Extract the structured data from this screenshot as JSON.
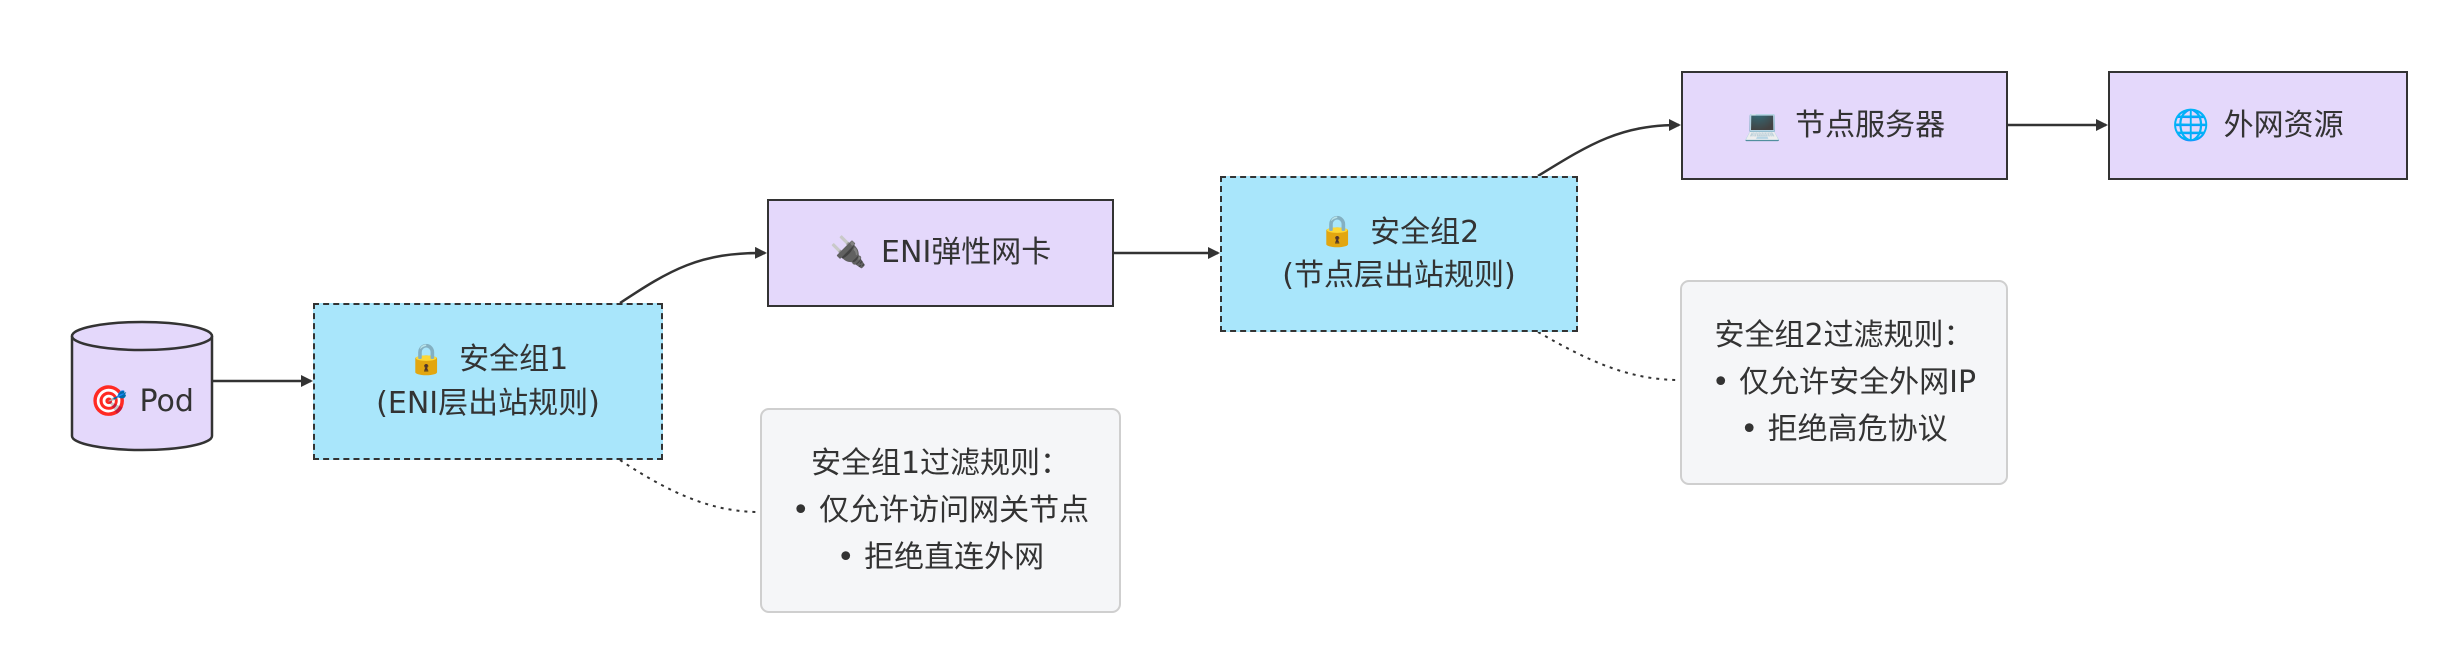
{
  "pod": {
    "icon": "dart-target-icon",
    "label": "Pod"
  },
  "sg1": {
    "icon": "lock-icon",
    "title": "安全组1",
    "subtitle": "(ENI层出站规则)"
  },
  "eni": {
    "icon": "plug-icon",
    "label": "ENI弹性网卡"
  },
  "sg2": {
    "icon": "lock-icon",
    "title": "安全组2",
    "subtitle": "(节点层出站规则)"
  },
  "node_server": {
    "icon": "laptop-icon",
    "label": "节点服务器"
  },
  "internet": {
    "icon": "globe-icon",
    "label": "外网资源"
  },
  "note1": {
    "title": "安全组1过滤规则：",
    "items": [
      "• 仅允许访问网关节点",
      "• 拒绝直连外网"
    ]
  },
  "note2": {
    "title": "安全组2过滤规则：",
    "items": [
      "• 仅允许安全外网IP",
      "• 拒绝高危协议"
    ]
  },
  "colors": {
    "process_fill": "#e4d8fb",
    "security_group_fill": "#a9e6fb",
    "note_fill": "#f5f6f8",
    "stroke": "#333333"
  }
}
